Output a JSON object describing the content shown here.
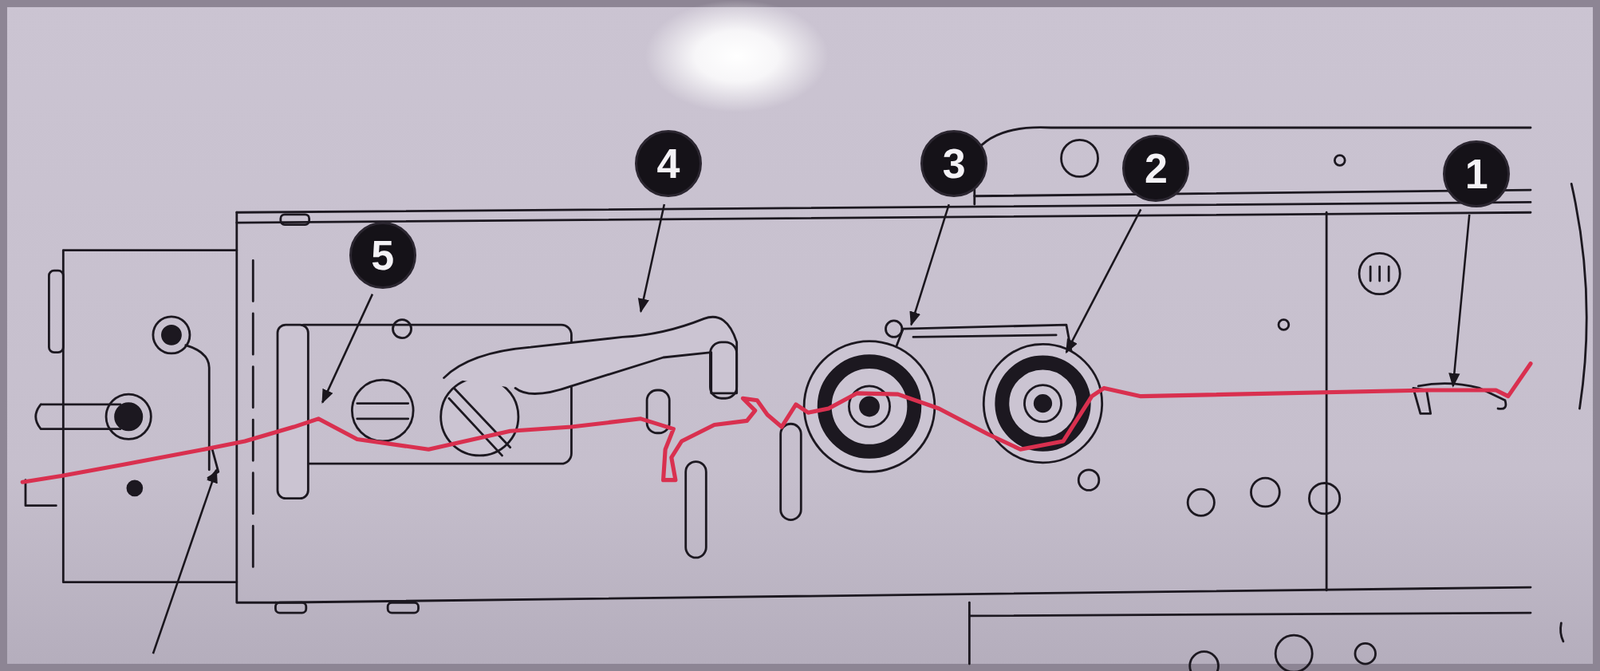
{
  "diagram": {
    "labels": [
      "4",
      "3",
      "2",
      "1",
      "5"
    ]
  }
}
